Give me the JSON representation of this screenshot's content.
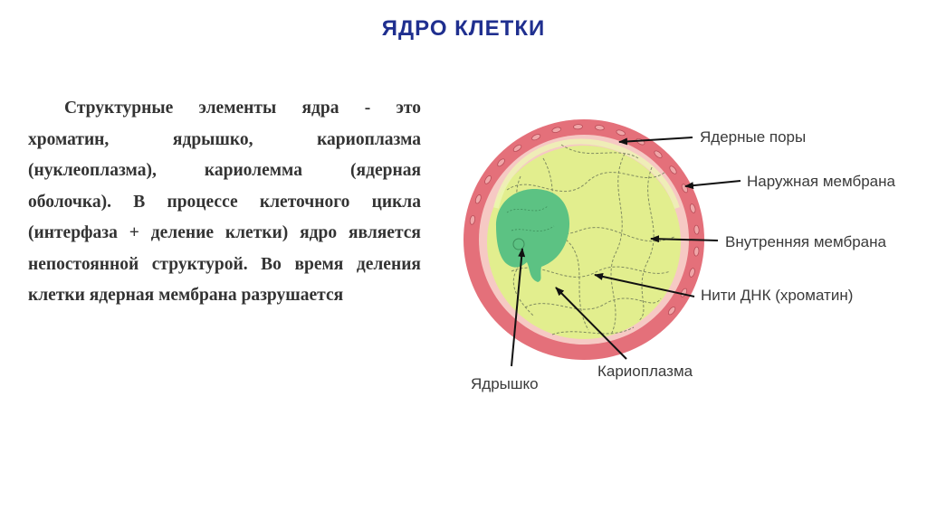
{
  "title": "ЯДРО КЛЕТКИ",
  "body_text": "Структурные элементы ядра - это хроматин, ядрышко, кариоплазма (нуклеоплазма), кариолемма (ядерная оболочка). В процессе клеточного цикла (интерфаза + деление клетки) ядро является непостоянной структурой. Во время деления клетки ядерная мембрана разрушается",
  "diagram": {
    "labels": {
      "nuclear_pores": "Ядерные поры",
      "outer_membrane": "Наружная мембрана",
      "inner_membrane": "Внутренняя мембрана",
      "dna_threads": "Нити ДНК (хроматин)",
      "nucleolus": "Ядрышко",
      "karyoplasm": "Кариоплазма"
    }
  },
  "colors": {
    "title": "#1f2f8f",
    "outer_membrane": "#e4707a",
    "inner_membrane": "#f6c9c4",
    "karyoplasm": "#e2ee8e",
    "nucleolus": "#5cc283"
  }
}
